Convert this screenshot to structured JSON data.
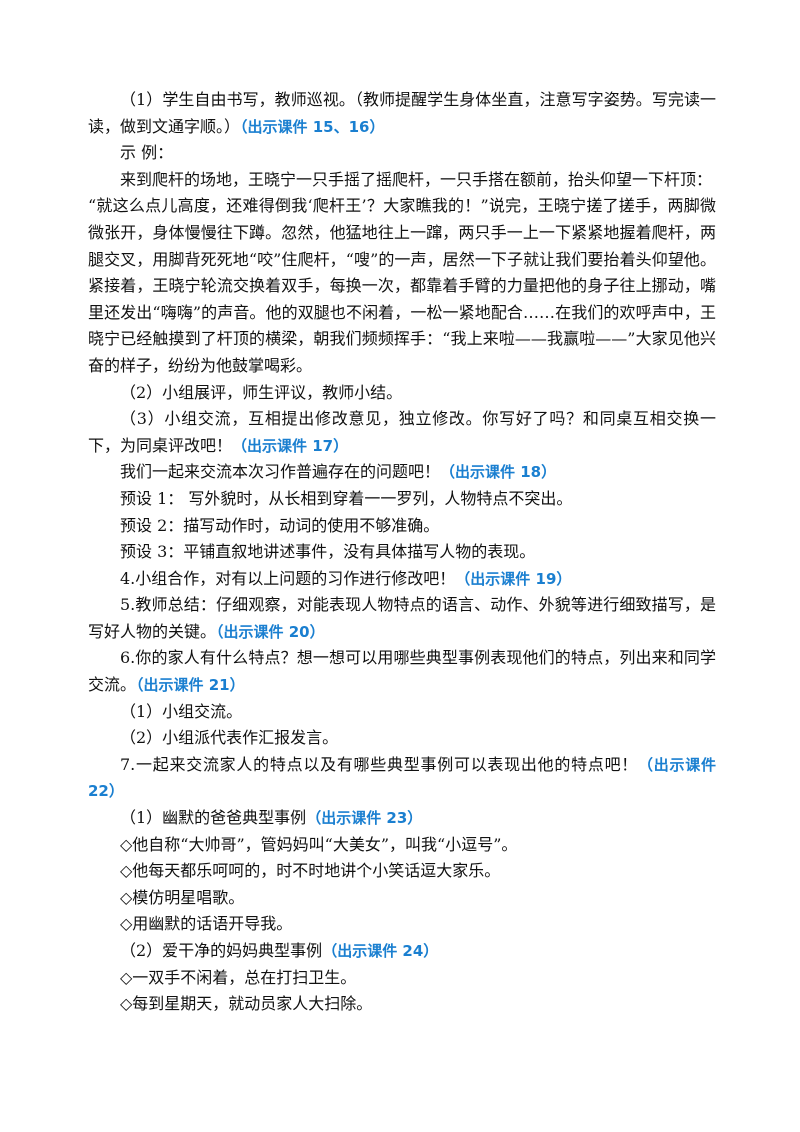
{
  "doc": {
    "p1": {
      "text": "（1）学生自由书写，教师巡视。（教师提醒学生身体坐直，注意写字姿势。写完读一读，做到文通字顺。）",
      "ref": "（出示课件 15、16）"
    },
    "p2": {
      "text": "示  例："
    },
    "p3": {
      "text": "来到爬杆的场地，王晓宁一只手摇了摇爬杆，一只手搭在额前，抬头仰望一下杆顶："
    },
    "p4": {
      "text": "“就这么点儿高度，还难得倒我‘爬杆王’？大家瞧我的！”说完，王晓宁搓了搓手，两脚微微张开，身体慢慢往下蹲。忽然，他猛地往上一蹿，两只手一上一下紧紧地握着爬杆，两腿交叉，用脚背死死地“咬”住爬杆，“嗖”的一声，居然一下子就让我们要抬着头仰望他。紧接着，王晓宁轮流交换着双手，每换一次，都靠着手臂的力量把他的身子往上挪动，嘴里还发出“嗨嗨”的声音。他的双腿也不闲着，一松一紧地配合……在我们的欢呼声中，王晓宁已经触摸到了杆顶的横梁，朝我们频频挥手：“我上来啦——我赢啦——”大家见他兴奋的样子，纷纷为他鼓掌喝彩。"
    },
    "p5": {
      "text": "（2）小组展评，师生评议，教师小结。"
    },
    "p6": {
      "text": "（3）小组交流，互相提出修改意见，独立修改。你写好了吗？和同桌互相交换一下，为同桌评改吧！",
      "ref": "（出示课件 17）"
    },
    "p7": {
      "text": "我们一起来交流本次习作普遍存在的问题吧！",
      "ref": "（出示课件 18）"
    },
    "p8": {
      "text": "预设 1：  写外貌时，从长相到穿着一一罗列，人物特点不突出。"
    },
    "p9": {
      "text": "预设 2：描写动作时，动词的使用不够准确。"
    },
    "p10": {
      "text": "预设 3：平铺直叙地讲述事件，没有具体描写人物的表现。"
    },
    "p11": {
      "text": "4.小组合作，对有以上问题的习作进行修改吧！",
      "ref": "（出示课件 19）"
    },
    "p12": {
      "text": "5.教师总结：仔细观察，对能表现人物特点的语言、动作、外貌等进行细致描写，是写好人物的关键。",
      "ref": "（出示课件 20）"
    },
    "p13": {
      "text": "6.你的家人有什么特点？想一想可以用哪些典型事例表现他们的特点，列出来和同学交流。",
      "ref": "（出示课件 21）"
    },
    "p14": {
      "text": "（1）小组交流。"
    },
    "p15": {
      "text": "（2）小组派代表作汇报发言。"
    },
    "p16": {
      "text": "7.一起来交流家人的特点以及有哪些典型事例可以表现出他的特点吧！",
      "ref": "（出示课件 22）"
    },
    "p17": {
      "text": "（1）幽默的爸爸典型事例",
      "ref": "（出示课件 23）"
    },
    "p18": {
      "text": "◇他自称“大帅哥”，管妈妈叫“大美女”，叫我“小逗号”。"
    },
    "p19": {
      "text": "◇他每天都乐呵呵的，时不时地讲个小笑话逗大家乐。"
    },
    "p20": {
      "text": "◇模仿明星唱歌。"
    },
    "p21": {
      "text": "◇用幽默的话语开导我。"
    },
    "p22": {
      "text": "（2）爱干净的妈妈典型事例",
      "ref": "（出示课件 24）"
    },
    "p23": {
      "text": "◇一双手不闲着，总在打扫卫生。"
    },
    "p24": {
      "text": "◇每到星期天，就动员家人大扫除。"
    }
  },
  "colors": {
    "ref": "#1a7fd0",
    "text": "#111111"
  }
}
